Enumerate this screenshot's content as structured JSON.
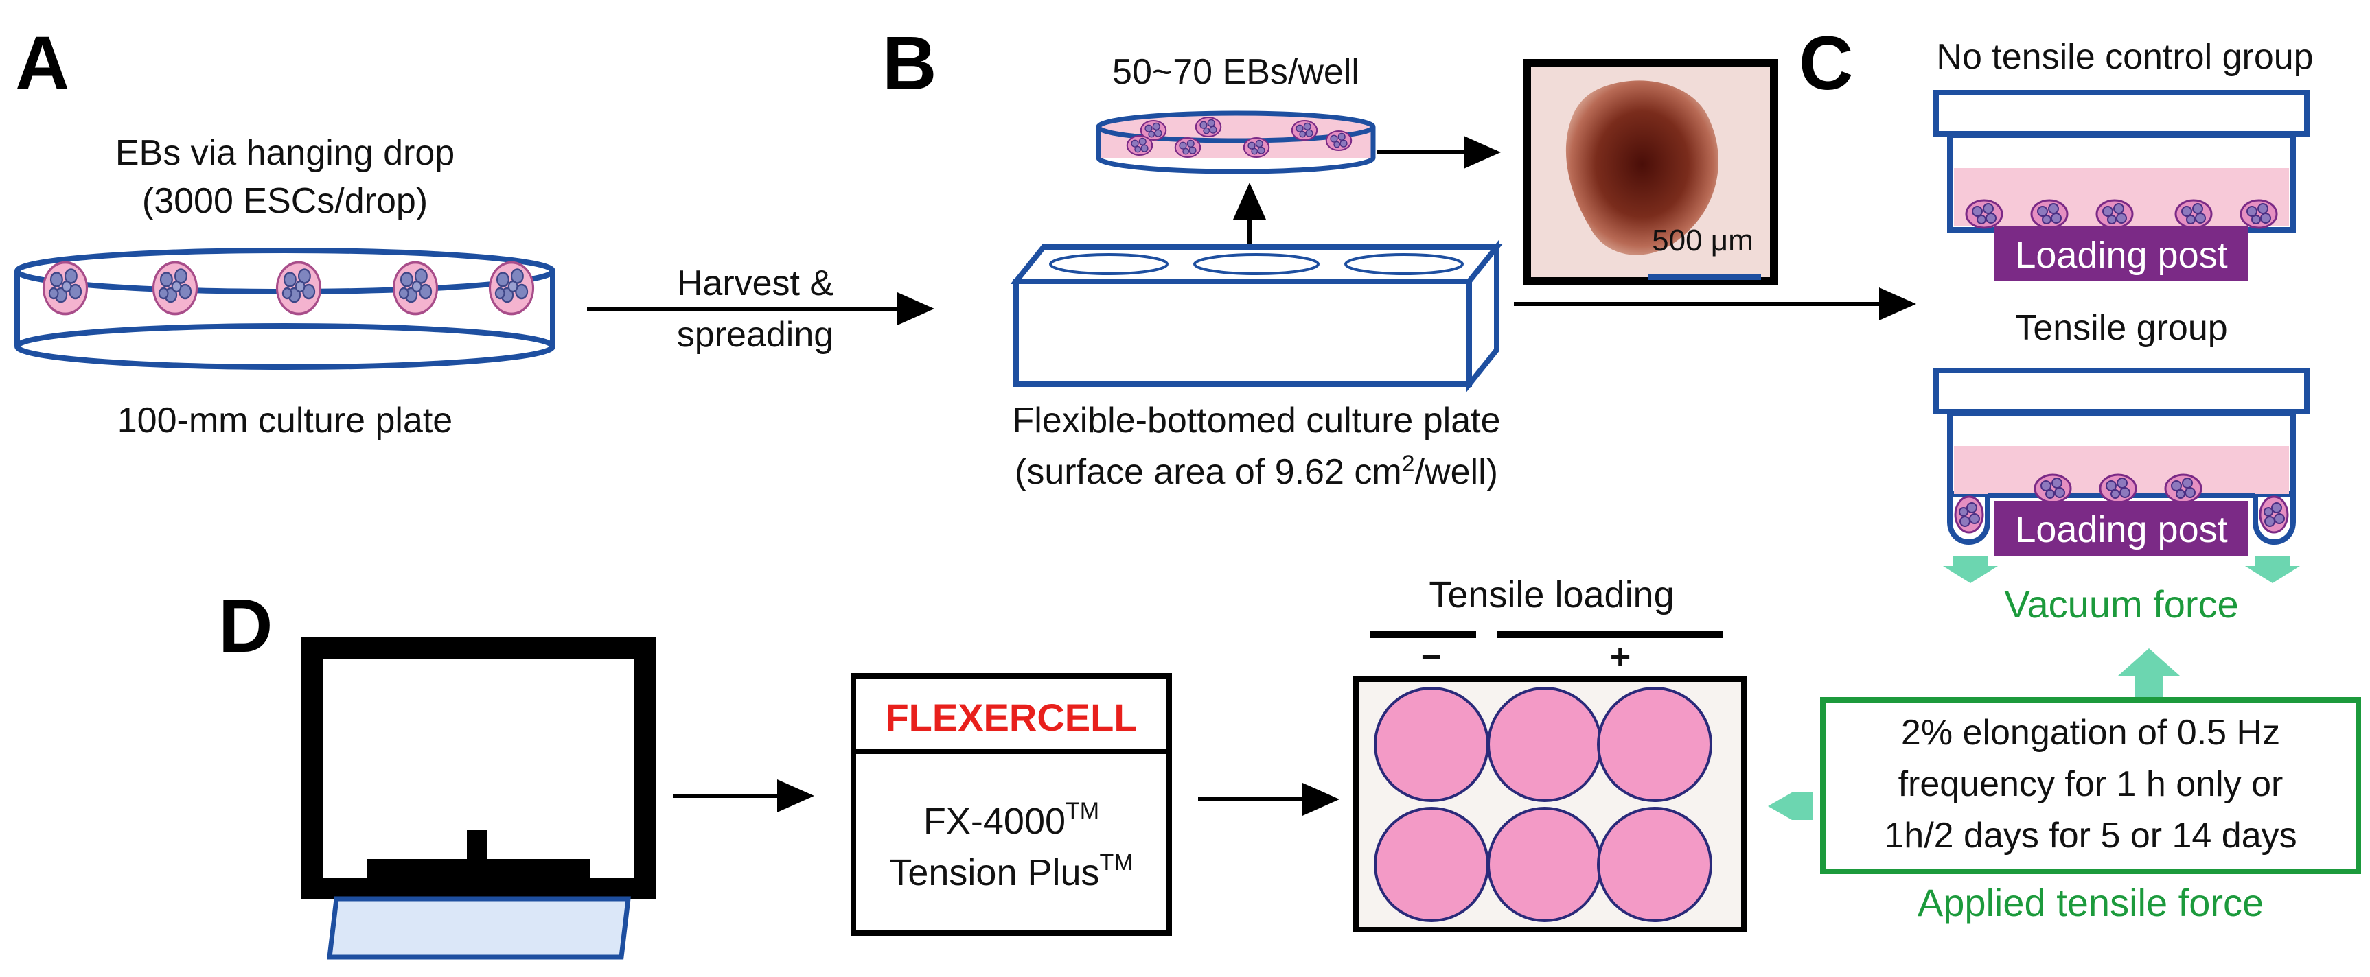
{
  "panels": {
    "a": "A",
    "b": "B",
    "c": "C",
    "d": "D"
  },
  "panel_a": {
    "title_line1": "EBs via hanging drop",
    "title_line2": "(3000 ESCs/drop)",
    "plate_label": "100-mm culture plate"
  },
  "arrow_ab": {
    "line1": "Harvest &",
    "line2": "spreading"
  },
  "panel_b": {
    "well_label": "50~70 EBs/well",
    "plate_label_line1": "Flexible-bottomed culture plate",
    "plate_label_line2_pre": "(surface area of 9.62 cm",
    "plate_label_line2_sup": "2",
    "plate_label_line2_post": "/well)",
    "scale_bar": "500 μm"
  },
  "panel_c": {
    "control_title": "No tensile control group",
    "tensile_title": "Tensile group",
    "post_label": "Loading post",
    "vacuum_label": "Vacuum force"
  },
  "panel_d": {
    "brand": "FLEXERCELL",
    "device_line1": "FX-4000",
    "device_line2": "Tension Plus",
    "tm": "TM",
    "loading_title": "Tensile loading",
    "minus": "−",
    "plus": "+",
    "params_line1": "2% elongation of 0.5 Hz",
    "params_line2": "frequency for 1 h only or",
    "params_line3": "1h/2 days for 5 or 14 days",
    "applied_label": "Applied tensile force"
  },
  "colors": {
    "plate_blue": "#1e4fa0",
    "medium_pink": "#f7c9d8",
    "well_pink": "#f39ac6",
    "post_purple": "#7b2a86",
    "force_green": "#1c9a3c",
    "arrow_mint": "#6cd6b0",
    "brand_red": "#e8201c"
  },
  "icons": [
    "computer-monitor-icon",
    "keyboard-icon",
    "embryoid-body-icon",
    "microscope-image-icon"
  ]
}
